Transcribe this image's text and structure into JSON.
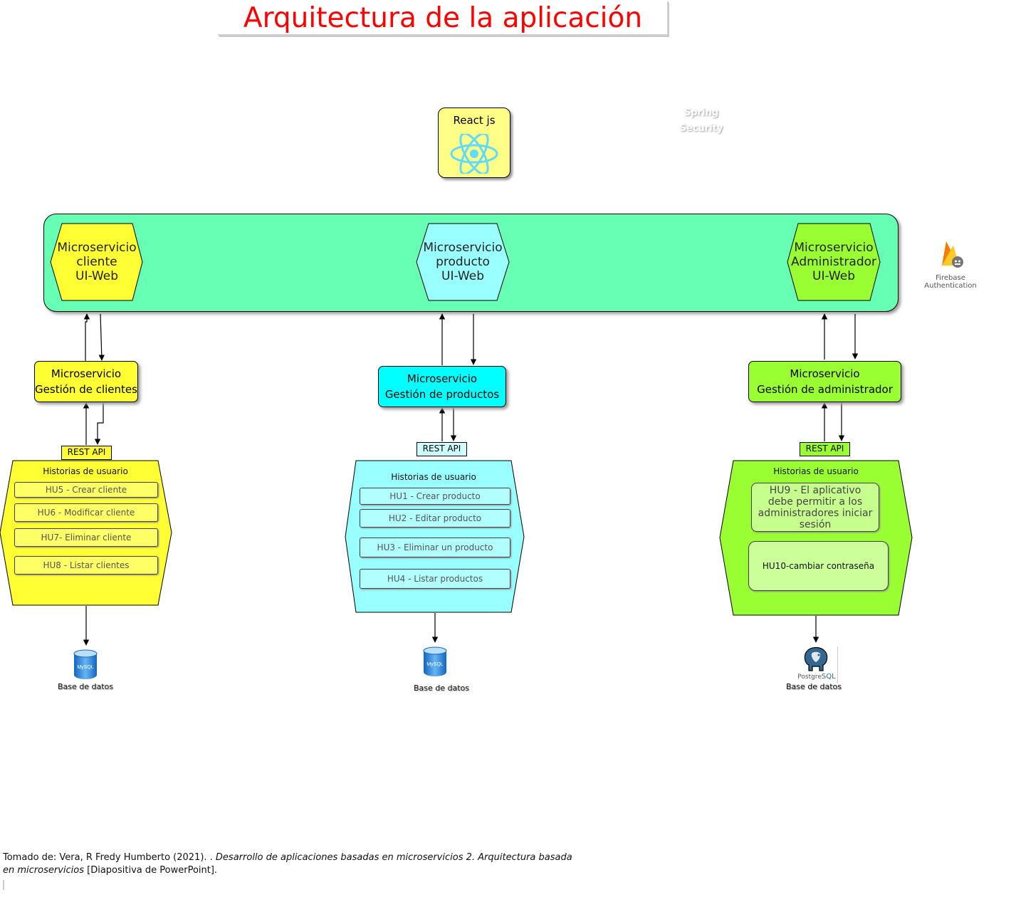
{
  "title": "Arquitectura de la aplicación",
  "react": {
    "label": "React js",
    "icon": "react-atom-icon"
  },
  "spring_security": {
    "line1": "Spring",
    "line2": "Security"
  },
  "firebase": {
    "label": "Firebase Authentication",
    "icon": "firebase-flame-icon"
  },
  "ui_services": {
    "cliente": {
      "line1": "Microservicio",
      "line2": "cliente",
      "line3": "UI-Web",
      "color": "#ffff33"
    },
    "producto": {
      "line1": "Microservicio",
      "line2": "producto",
      "line3": "UI-Web",
      "color": "#99ffff"
    },
    "admin": {
      "line1": "Microservicio",
      "line2": "Administrador",
      "line3": "UI-Web",
      "color": "#99ff33"
    }
  },
  "mgmt": {
    "clientes": {
      "line1": "Microservicio",
      "line2": "Gestión de clientes",
      "color": "#ffff33"
    },
    "productos": {
      "line1": "Microservicio",
      "line2": "Gestión de productos",
      "color": "#00ffff"
    },
    "admin": {
      "line1": "Microservicio",
      "line2": "Gestión de administrador",
      "color": "#99ff33"
    }
  },
  "rest_api": "REST API",
  "historias_title": "Historias de usuario",
  "stories": {
    "clientes": [
      "HU5 - Crear cliente",
      "HU6 - Modificar cliente",
      "HU7- Eliminar cliente",
      "HU8 - Listar clientes"
    ],
    "productos": [
      "HU1 - Crear producto",
      "HU2 - Editar producto",
      "HU3 - Eliminar un producto",
      "HU4 - Listar productos"
    ],
    "admin": [
      "HU9 - El aplicativo debe permitir a los administradores iniciar sesión",
      "HU10-cambiar contraseña"
    ]
  },
  "databases": {
    "clientes": {
      "label": "Base de datos",
      "icon": "mysql-database-icon"
    },
    "productos": {
      "label": "Base de datos",
      "icon": "mysql-database-icon"
    },
    "admin": {
      "label": "Base de datos",
      "icon": "postgresql-elephant-icon",
      "logo_text_1": "Postgre",
      "logo_text_2": "SQL"
    }
  },
  "citation": {
    "prefix": "Tomado de: Vera, R Fredy Humberto (2021). . ",
    "italic": "Desarrollo de aplicaciones basadas en microservicios 2. Arquitectura basada en microservicios",
    "suffix": " [Diapositiva de PowerPoint]."
  }
}
